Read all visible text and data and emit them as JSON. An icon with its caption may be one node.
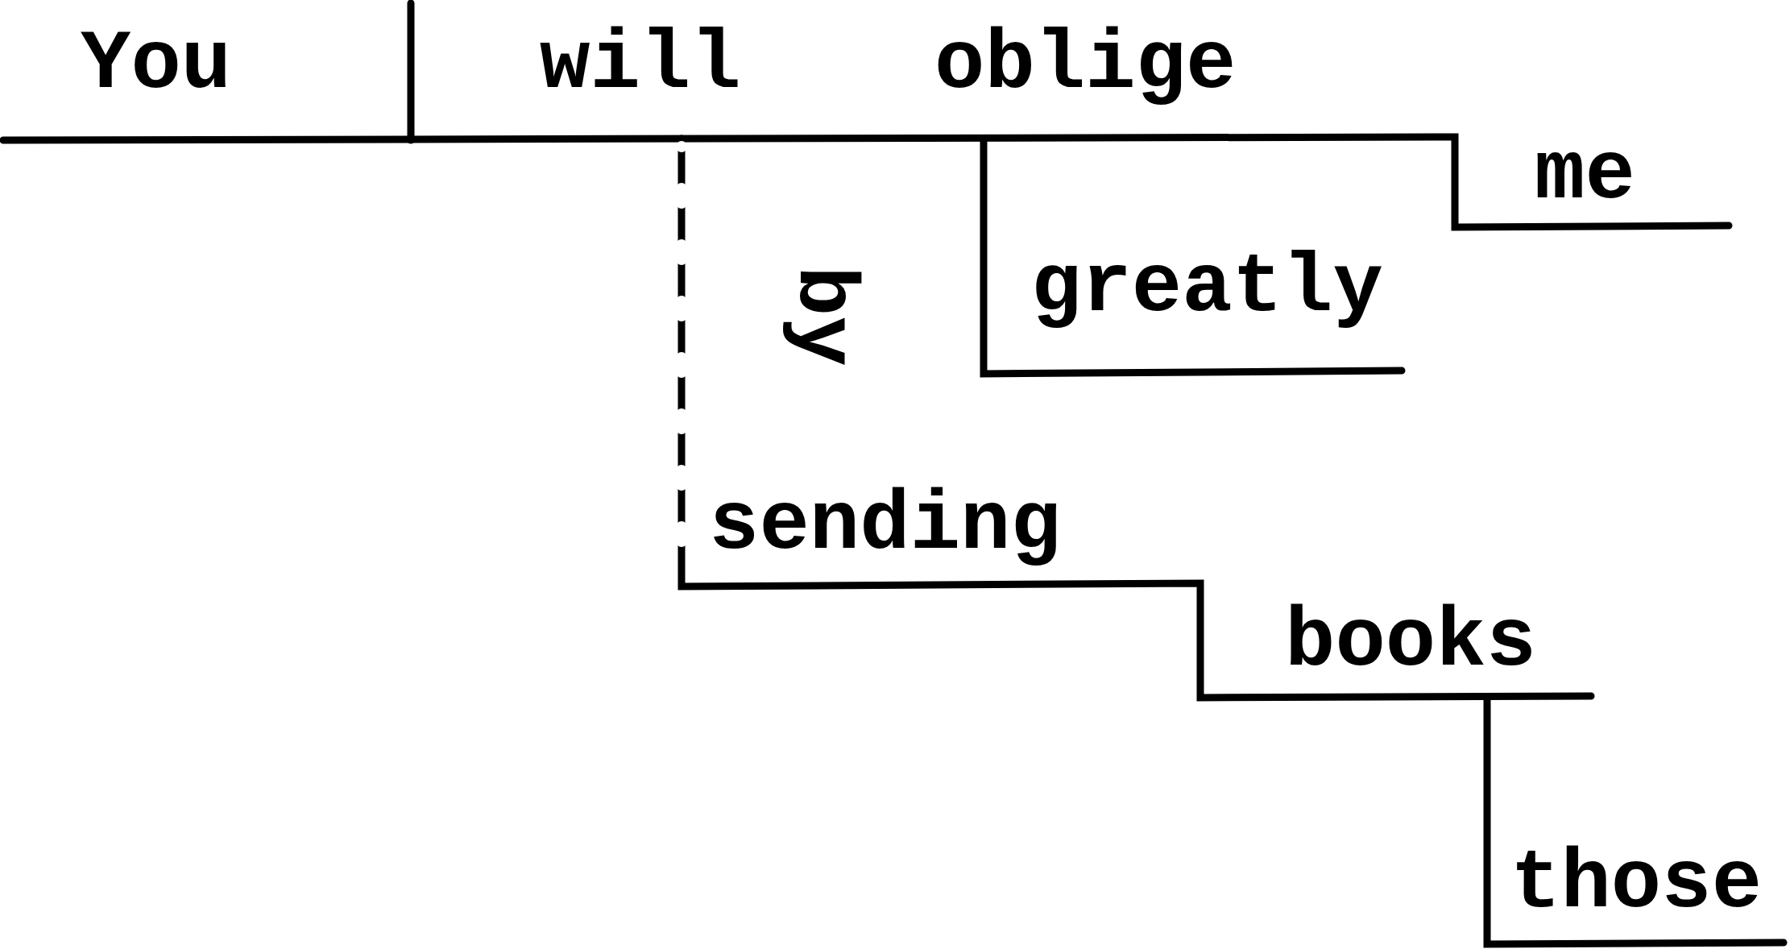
{
  "diagram": {
    "labels": [
      "You",
      "will",
      "oblige",
      "me",
      "greatly",
      "by",
      "sending",
      "books",
      "those"
    ]
  }
}
